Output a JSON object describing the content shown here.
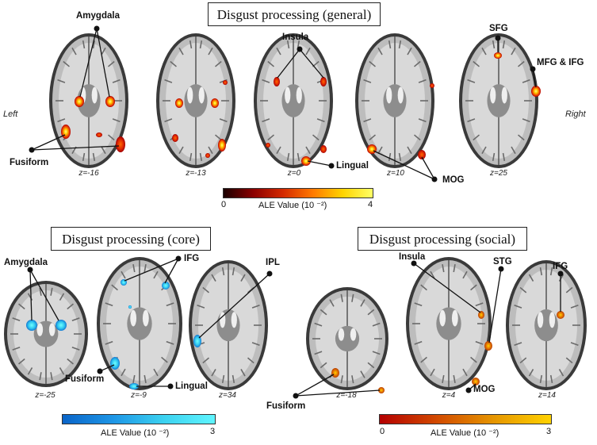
{
  "panels": {
    "general": {
      "title": "Disgust processing (general)"
    },
    "core": {
      "title": "Disgust processing (core)"
    },
    "social": {
      "title": "Disgust processing (social)"
    }
  },
  "sides": {
    "left": "Left",
    "right": "Right"
  },
  "slices": {
    "g1": "z=-16",
    "g2": "z=-13",
    "g3": "z=0",
    "g4": "z=10",
    "g5": "z=25",
    "c1": "z=-25",
    "c2": "z=-9",
    "c3": "z=34",
    "s1": "z=-18",
    "s2": "z=4",
    "s3": "z=14"
  },
  "labels": {
    "g_amygdala": "Amygdala",
    "g_fusiform": "Fusiform",
    "g_insula": "Insula",
    "g_lingual": "Lingual",
    "g_mog": "MOG",
    "g_sfg": "SFG",
    "g_mfg_ifg": "MFG & IFG",
    "c_amygdala": "Amygdala",
    "c_fusiform": "Fusiform",
    "c_ifg": "IFG",
    "c_lingual": "Lingual",
    "c_ipl": "IPL",
    "s_insula": "Insula",
    "s_stg": "STG",
    "s_ifg": "IFG",
    "s_fusiform": "Fusiform",
    "s_mog": "MOG"
  },
  "colorbars": {
    "general": {
      "min": "0",
      "max": "4",
      "title": "ALE Value (10 ⁻²)",
      "colors": [
        "#1a0000",
        "#8b0000",
        "#d42a00",
        "#ff7a00",
        "#ffd400",
        "#ffff66"
      ]
    },
    "core": {
      "min": "",
      "max": "3",
      "title": "ALE Value (10 ⁻²)",
      "colors": [
        "#0a64c8",
        "#1e96e6",
        "#3cd2f0",
        "#5ff5ff"
      ]
    },
    "social": {
      "min": "0",
      "max": "3",
      "title": "ALE Value (10 ⁻²)",
      "colors": [
        "#b40000",
        "#d24a00",
        "#e69600",
        "#ffd200"
      ]
    }
  }
}
